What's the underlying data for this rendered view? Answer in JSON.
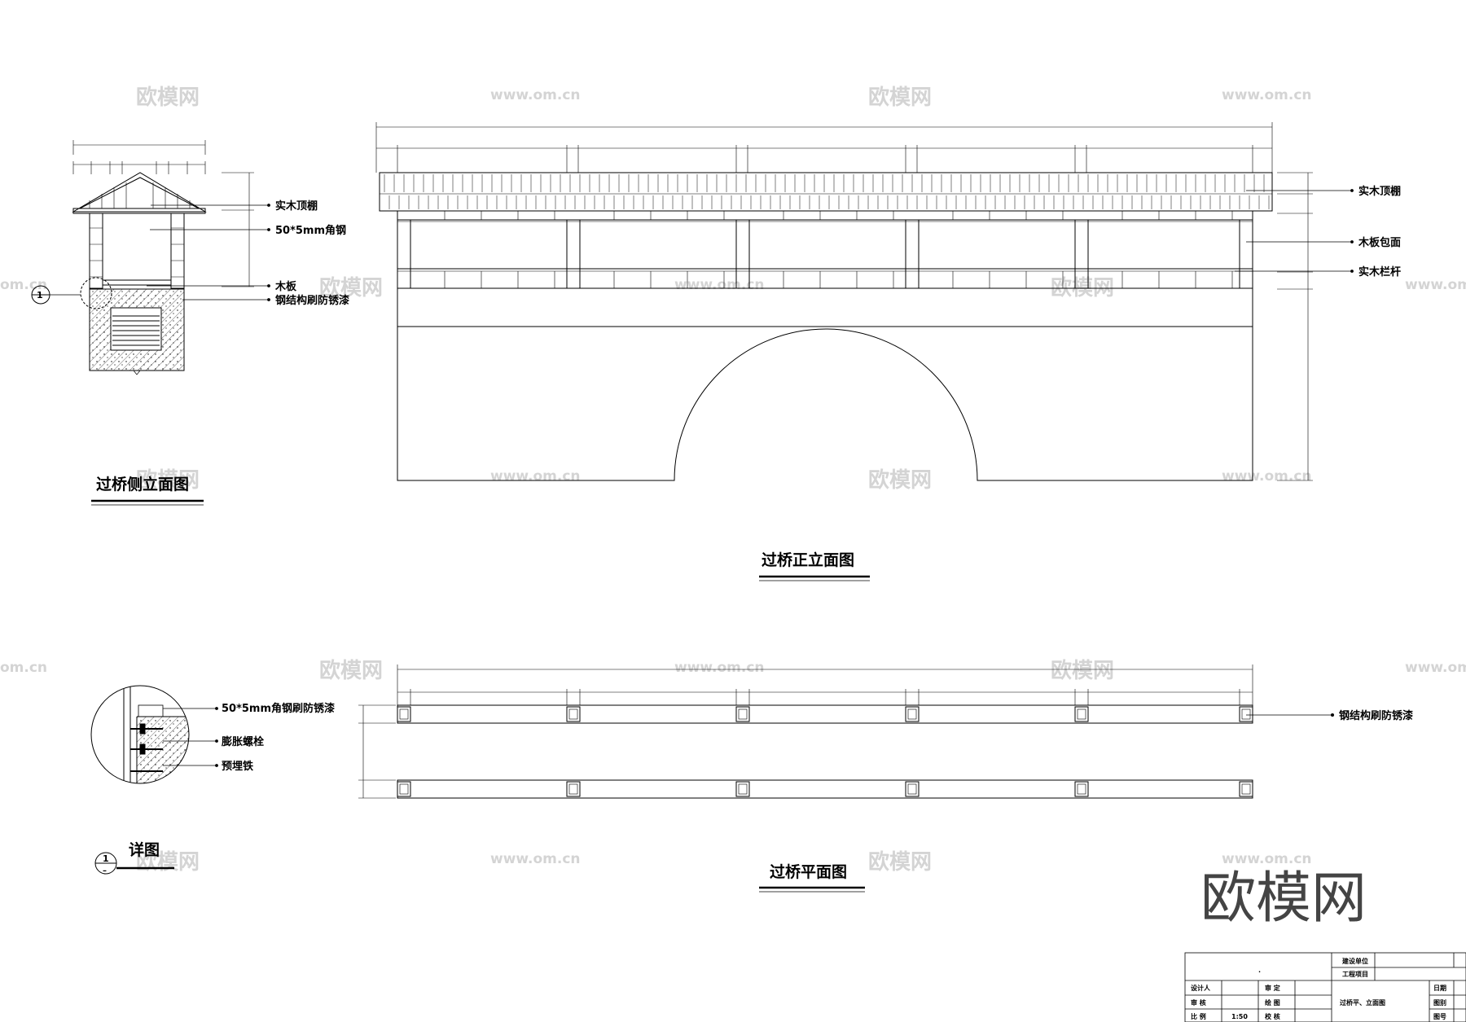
{
  "views": {
    "side": {
      "title": "过桥侧立面图"
    },
    "front": {
      "title": "过桥正立面图"
    },
    "plan": {
      "title": "过桥平面图"
    },
    "detail": {
      "title": "详图",
      "callout_number": "1",
      "callout_sub": "–"
    }
  },
  "side_labels": {
    "roof": "实木顶棚",
    "angle": "50*5mm角钢",
    "board": "木板",
    "steel": "钢结构刷防锈漆"
  },
  "front_labels": {
    "roof": "实木顶棚",
    "cladding": "木板包面",
    "railing": "实木栏杆"
  },
  "plan_labels": {
    "steel": "钢结构刷防锈漆"
  },
  "detail_labels": {
    "angle": "50*5mm角钢刷防锈漆",
    "bolt": "膨胀螺栓",
    "embed": "预埋铁"
  },
  "watermark": {
    "brand": "欧模网",
    "url": "www.om.cn",
    "url_partial": "om.cn"
  },
  "title_block": {
    "construction_unit": "建设单位",
    "project": "工程项目",
    "designer": "设计人",
    "reviewer": "审 核",
    "scale_label": "比 例",
    "scale_value": "1:50",
    "approve": "审 定",
    "draw": "绘 图",
    "check": "校 核",
    "drawing_name": "过桥平、立面图",
    "date": "日期",
    "drawing_type": "图别",
    "drawing_no": "图号",
    "dot": "·"
  }
}
